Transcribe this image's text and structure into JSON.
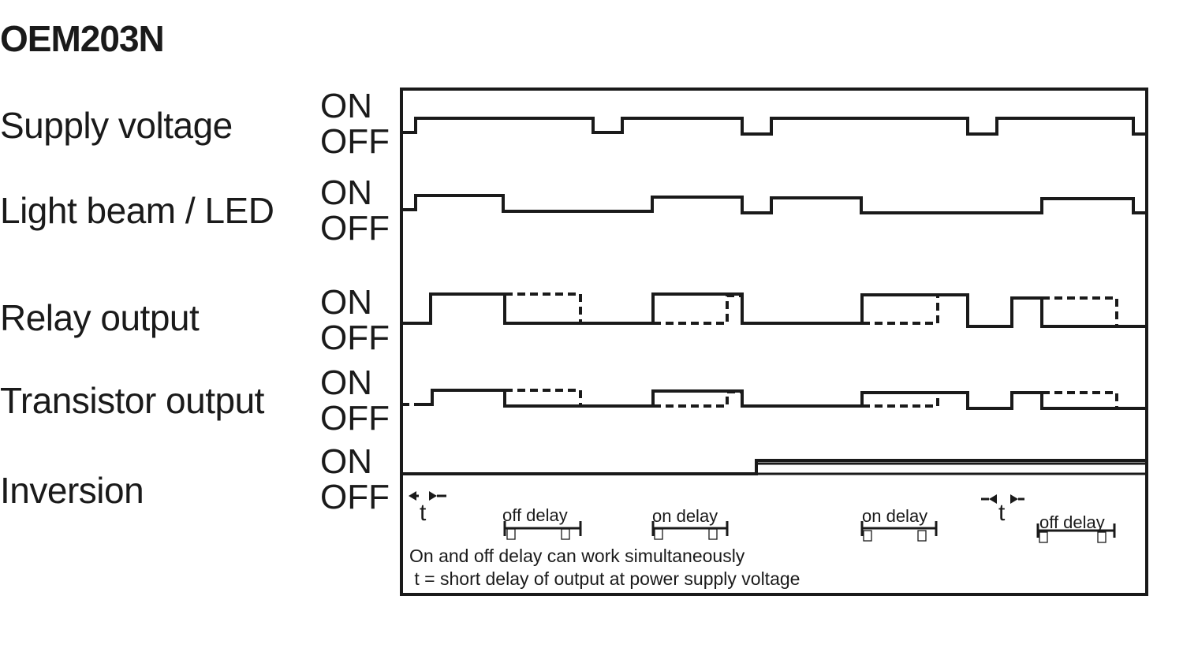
{
  "title": "OEM203N",
  "state_labels": {
    "on": "ON",
    "off": "OFF"
  },
  "signals": [
    {
      "id": "supply",
      "label": "Supply voltage"
    },
    {
      "id": "light",
      "label": "Light beam / LED"
    },
    {
      "id": "relay",
      "label": "Relay output"
    },
    {
      "id": "transistor",
      "label": "Transistor output"
    },
    {
      "id": "inversion",
      "label": "Inversion"
    }
  ],
  "annotations": {
    "t": "t",
    "off_delay": "off delay",
    "on_delay": "on delay"
  },
  "notes": [
    "On and off delay can work simultaneously",
    " t = short delay of output at power supply voltage"
  ],
  "colors": {
    "line": "#1a1a1a",
    "background": "#ffffff"
  }
}
